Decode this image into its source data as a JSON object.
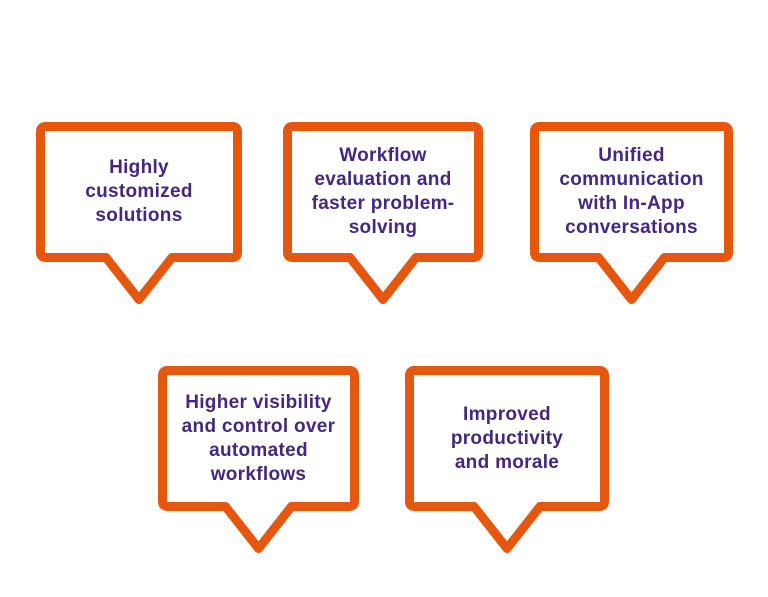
{
  "diagram": {
    "background_color": "#ffffff",
    "accent_orange": "#e5570f",
    "text_purple": "#44277e",
    "bubbles": [
      {
        "label": "Highly\ncustomized\nsolutions"
      },
      {
        "label": "Workflow\nevaluation and\nfaster problem-\nsolving"
      },
      {
        "label": "Unified\ncommunication\nwith In-App\nconversations"
      },
      {
        "label": "Higher visibility\nand control over\nautomated\nworkflows"
      },
      {
        "label": "Improved\nproductivity\nand morale"
      }
    ]
  }
}
